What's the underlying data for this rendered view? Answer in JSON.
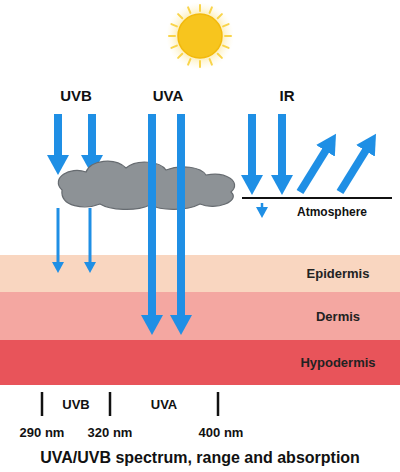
{
  "diagram": {
    "caption": "UVA/UVB spectrum, range and absorption",
    "nodes": [
      {
        "text": [
          "Epidermis"
        ]
      },
      {
        "text": [
          "Dermis"
        ]
      },
      {
        "text": [
          "Hypodermis"
        ]
      }
    ],
    "labels": [
      "UVB",
      "UVA",
      "IR",
      "Atmosphere",
      "UVB",
      "UVA",
      "290 nm",
      "320 nm",
      "400 nm"
    ]
  }
}
